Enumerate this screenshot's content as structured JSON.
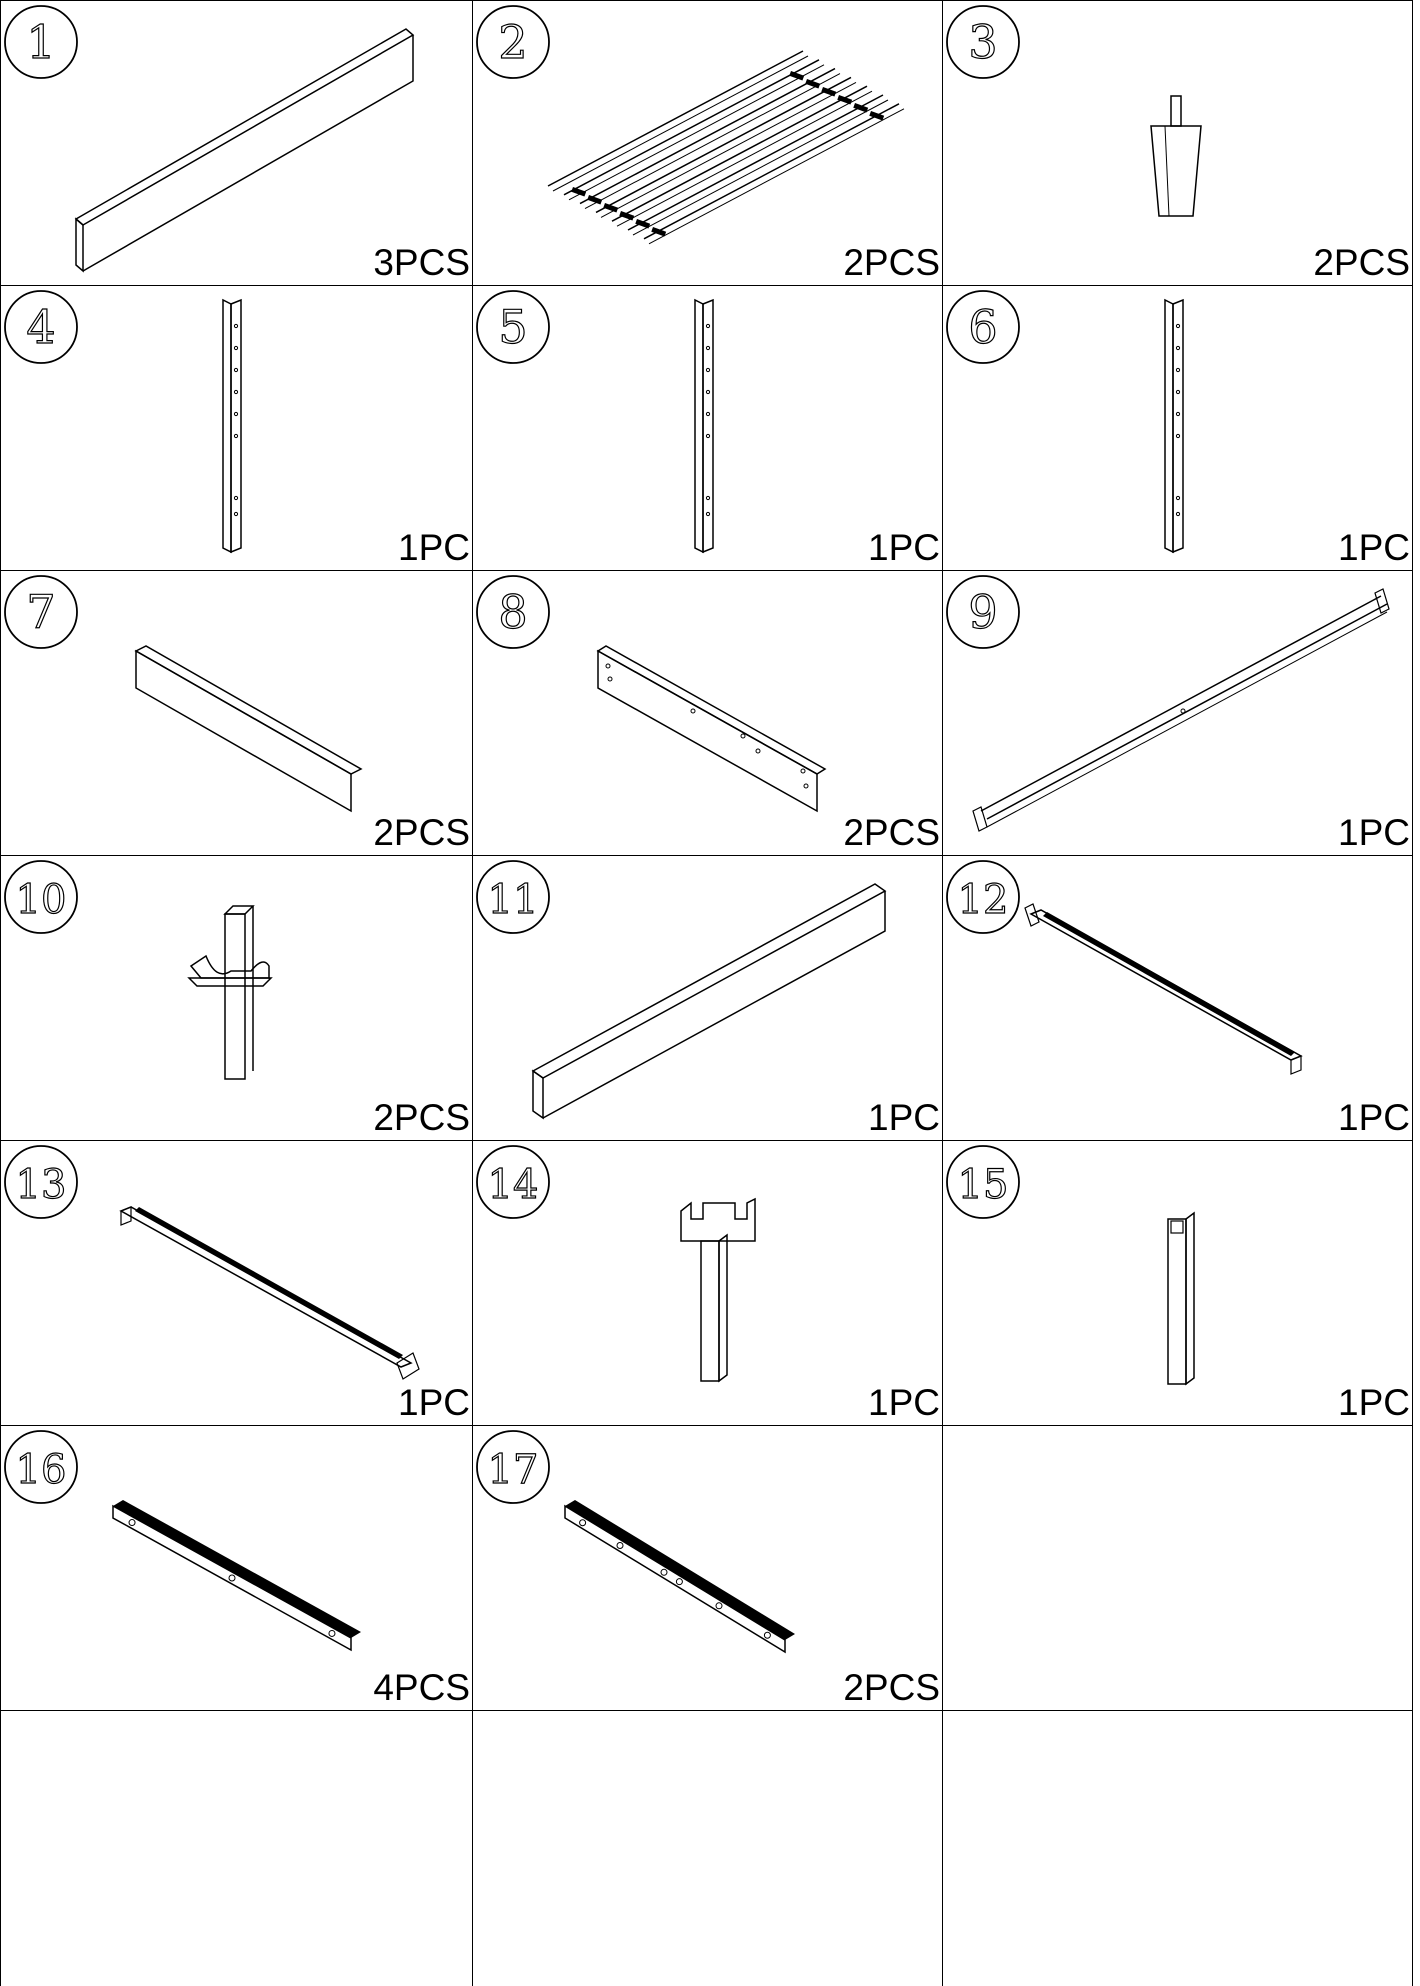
{
  "parts": [
    {
      "number": "1",
      "qty": "3PCS",
      "icon": "long-flat-board-icon"
    },
    {
      "number": "2",
      "qty": "2PCS",
      "icon": "slat-roll-icon"
    },
    {
      "number": "3",
      "qty": "2PCS",
      "icon": "tapered-leg-icon"
    },
    {
      "number": "4",
      "qty": "1PC",
      "icon": "drilled-post-icon"
    },
    {
      "number": "5",
      "qty": "1PC",
      "icon": "drilled-post-icon"
    },
    {
      "number": "6",
      "qty": "1PC",
      "icon": "drilled-post-icon"
    },
    {
      "number": "7",
      "qty": "2PCS",
      "icon": "short-board-icon"
    },
    {
      "number": "8",
      "qty": "2PCS",
      "icon": "drilled-rail-board-icon"
    },
    {
      "number": "9",
      "qty": "1PC",
      "icon": "metal-rail-icon"
    },
    {
      "number": "10",
      "qty": "2PCS",
      "icon": "bracket-post-icon"
    },
    {
      "number": "11",
      "qty": "1PC",
      "icon": "square-beam-icon"
    },
    {
      "number": "12",
      "qty": "1PC",
      "icon": "metal-channel-rail-icon"
    },
    {
      "number": "13",
      "qty": "1PC",
      "icon": "metal-channel-rail-icon"
    },
    {
      "number": "14",
      "qty": "1PC",
      "icon": "t-support-leg-icon"
    },
    {
      "number": "15",
      "qty": "1PC",
      "icon": "support-leg-icon"
    },
    {
      "number": "16",
      "qty": "4PCS",
      "icon": "drilled-bar-icon"
    },
    {
      "number": "17",
      "qty": "2PCS",
      "icon": "drilled-bar-icon"
    }
  ]
}
